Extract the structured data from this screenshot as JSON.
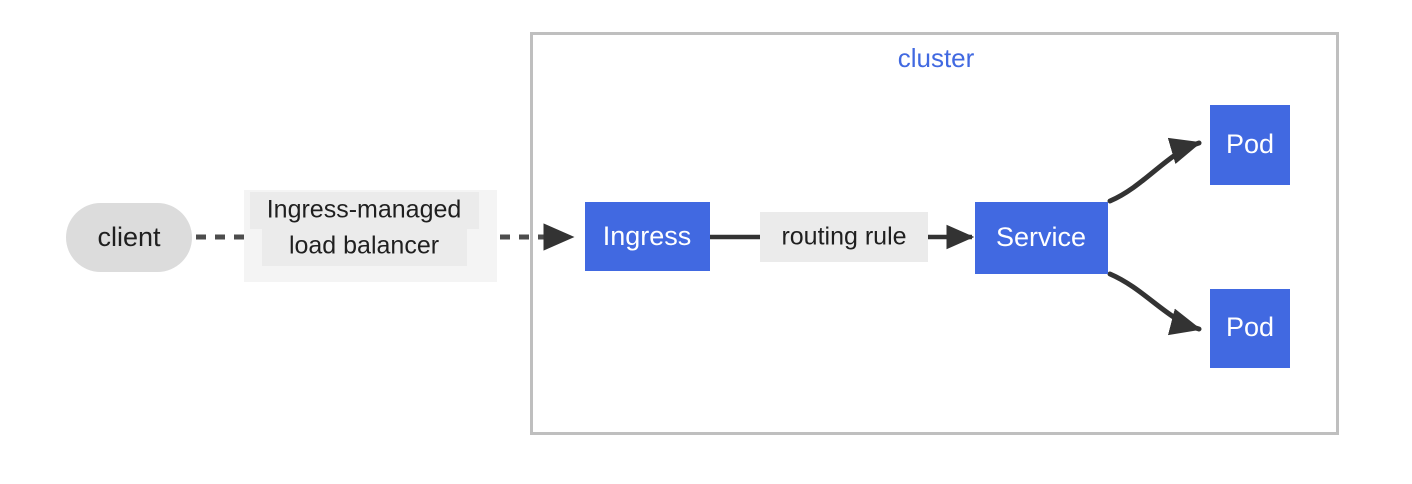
{
  "diagram": {
    "type": "kubernetes-ingress-flow",
    "background_color": "#ffffff",
    "colors": {
      "node_blue": "#4169e1",
      "node_gray": "#dcdcdc",
      "cluster_border": "#bfbfbf",
      "edge_dark": "#333333",
      "edge_dotted": "#4d4d4d",
      "label_bg_outer": "#f4f4f4",
      "label_bg_inner": "#ebebeb",
      "text_dark": "#1f1f1f",
      "text_light": "#ffffff"
    },
    "cluster": {
      "label": "cluster",
      "label_color": "#4169e1"
    },
    "nodes": {
      "client": {
        "label": "client",
        "shape": "stadium",
        "fill": "#dcdcdc",
        "text_color": "#1f1f1f"
      },
      "ingress": {
        "label": "Ingress",
        "shape": "rect",
        "fill": "#4169e1",
        "text_color": "#ffffff"
      },
      "service": {
        "label": "Service",
        "shape": "rect",
        "fill": "#4169e1",
        "text_color": "#ffffff"
      },
      "pod_top": {
        "label": "Pod",
        "shape": "rect",
        "fill": "#4169e1",
        "text_color": "#ffffff"
      },
      "pod_bottom": {
        "label": "Pod",
        "shape": "rect",
        "fill": "#4169e1",
        "text_color": "#ffffff"
      }
    },
    "edges": {
      "client_to_ingress": {
        "label_line1": "Ingress-managed",
        "label_line2": "load balancer",
        "style": "dotted",
        "arrowhead": "filled-triangle"
      },
      "ingress_to_service": {
        "label": "routing rule",
        "style": "solid",
        "arrowhead": "filled-triangle"
      },
      "service_to_pod_top": {
        "label": "",
        "style": "curved-solid",
        "arrowhead": "filled-triangle"
      },
      "service_to_pod_bottom": {
        "label": "",
        "style": "curved-solid",
        "arrowhead": "filled-triangle"
      }
    }
  }
}
